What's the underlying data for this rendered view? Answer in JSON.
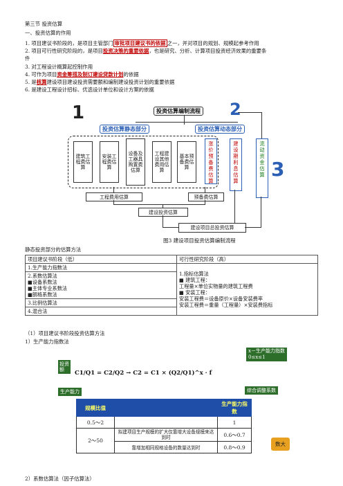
{
  "section": {
    "title": "第三节 投资估算",
    "h1": "一、投资估算的作用",
    "items": [
      {
        "pre": "1. 项目建议书阶段的，是项目主管部门",
        "hl": "审批项目建议书的依据",
        "post": "之一，并对项目的规划、规模起参考作用"
      },
      {
        "pre": "2. 项目可行性研究阶段的，是项目",
        "hl": "投资决策的重要依据",
        "post": "，也是研究、分析、计算项目投资经济效果的重要条"
      },
      {
        "pre": "件",
        "hl": "",
        "post": ""
      },
      {
        "pre": "3. 对工程设计概算起控制作用",
        "hl": "",
        "post": ""
      },
      {
        "pre": "4. 可作为项目",
        "hl": "资金筹措及制订建设贷款计划",
        "post": "的依据"
      },
      {
        "pre": "5. 是",
        "hl": "核算",
        "post": "建设项目建设投资需要额和编制建设投资计划的重要依据"
      },
      {
        "pre": "6. 是建设工程设计招标、优选设计单位和设计方案的依据",
        "hl": "",
        "post": ""
      }
    ]
  },
  "diagram": {
    "flow_title": "投资估算编制流程",
    "static_part": "投资估算静态部分",
    "dynamic_part": "投资估算动态部分",
    "num1": "1",
    "num2": "2",
    "num3": "3",
    "static_boxes": [
      "建筑工程费估算",
      "安装工程费估算",
      "设备及工器具购置费估算",
      "工程建设其他费用估算",
      "基本预备费估算"
    ],
    "dynamic_boxes": [
      "涨价预备费估算",
      "建设期利息估算"
    ],
    "working_capital": "流动资金估算",
    "engineering_cost": "工程费用估算",
    "prep_cost": "预备费估算",
    "construction_invest": "建设投资估算",
    "total_invest": "建设项目总投资估算",
    "caption": "图3  建设项目投资估算编制流程"
  },
  "static_method": {
    "heading": "静态投资部分的估算方法",
    "col1_header": "项目建议书阶段（低）",
    "col2_header": "可行性研究阶段（高）",
    "col1_rows": [
      "1.生产能力指数法",
      "2.系数估算法",
      "■设备系数法",
      "■主体专业系数法",
      "■朗格系数法",
      "3.比例估算法",
      "4.混合法"
    ],
    "col2_lines": [
      "1.指标估算法",
      "■  建筑工程：",
      "工程量×单位实物量的建筑工程费",
      "■  安装工程：",
      "安装工程费＝设备原价×设备安装费率",
      "安装工程费＝重量（工程量）×安装费指标"
    ]
  },
  "sub": {
    "s1": "（1）项目建议书阶段投资估算方法",
    "s2": "1）生产能力指数法",
    "s3": "2）系数估算法（因子估算法）"
  },
  "formula": {
    "invest_label": "投资额",
    "capacity_label": "生产能力",
    "x_label": "x－生产能力指数",
    "x_range": "0≤x≤1",
    "f_label": "综合调整系数",
    "eq": "C1/Q1 = C2/Q2 → C2 = C1 × (Q2/Q1)^x · f"
  },
  "capacity_table": {
    "h1": "规模比值",
    "h2": "生产能力指数",
    "rows": [
      {
        "ratio": "0.5～2",
        "desc": "",
        "index": "1"
      },
      {
        "ratio": "2～50",
        "desc": "拟建项目生产规模的扩大仅靠增大设备规模来达到时",
        "index": "0.6～0.7"
      },
      {
        "ratio": "",
        "desc": "靠增加相同规格设备的数量达到时",
        "index": "0.8～0.9"
      }
    ],
    "stamp": "数大"
  }
}
